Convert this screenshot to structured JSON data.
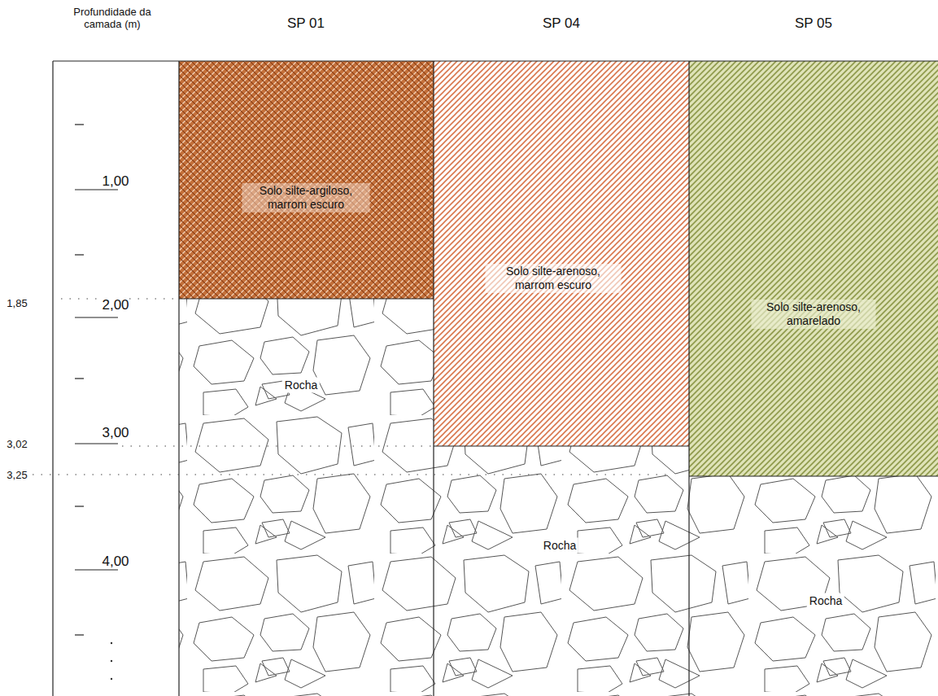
{
  "diagram": {
    "nodes": [
      {
        "text": [
          "Solo silte-argiloso, marrom escuro"
        ]
      },
      {
        "text": [
          "Rocha"
        ]
      },
      {
        "text": [
          "Solo silte-arenoso, marrom escuro"
        ]
      },
      {
        "text": [
          "Rocha"
        ]
      },
      {
        "text": [
          "Solo silte-arenoso, amarelado"
        ]
      },
      {
        "text": [
          "Rocha"
        ]
      }
    ],
    "labels": [
      "Profundidade da camada (m)",
      "SP 01",
      "SP 04",
      "SP 05",
      "1,00",
      "2,00",
      "3,00",
      "4,00",
      "1,85",
      "3,02",
      "3,25"
    ]
  }
}
